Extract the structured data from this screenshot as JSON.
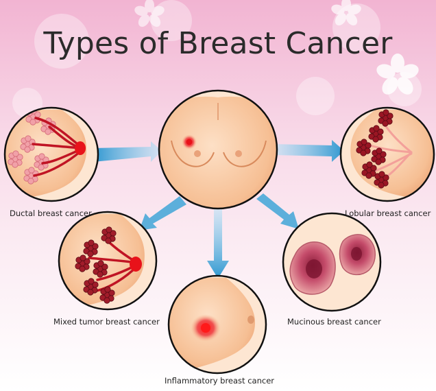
{
  "title": "Types of Breast Cancer",
  "labels": {
    "ductal": "Ductal breast cancer",
    "lobular": "Lobular breast cancer",
    "mixed": "Mixed tumor breast cancer",
    "mucinous": "Mucinous breast cancer",
    "inflammatory": "Inflammatory breast cancer"
  },
  "colors": {
    "background_top": "#f7c6dc",
    "arrow": "#3fa3d6",
    "skin": "#f4b98d",
    "tumor": "#e01f2a",
    "tissue": "#9e1d2c",
    "outline": "#111111"
  }
}
